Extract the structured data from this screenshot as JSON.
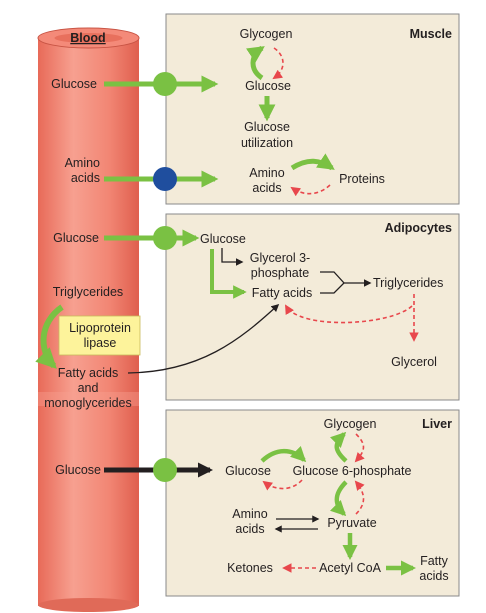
{
  "blood": {
    "title": "Blood",
    "glucose_1": "Glucose",
    "amino_1": "Amino",
    "amino_2": "acids",
    "glucose_2": "Glucose",
    "triglycerides": "Triglycerides",
    "lipase_1": "Lipoprotein",
    "lipase_2": "lipase",
    "fa_1": "Fatty acids",
    "fa_2": "and",
    "fa_3": "monoglycerides",
    "glucose_3": "Glucose"
  },
  "muscle": {
    "title": "Muscle",
    "glycogen": "Glycogen",
    "glucose": "Glucose",
    "util_1": "Glucose",
    "util_2": "utilization",
    "amino_1": "Amino",
    "amino_2": "acids",
    "proteins": "Proteins"
  },
  "adipocytes": {
    "title": "Adipocytes",
    "glucose": "Glucose",
    "g3p_1": "Glycerol 3-",
    "g3p_2": "phosphate",
    "fatty_acids": "Fatty acids",
    "triglycerides": "Triglycerides",
    "glycerol": "Glycerol"
  },
  "liver": {
    "title": "Liver",
    "glycogen": "Glycogen",
    "glucose": "Glucose",
    "g6p": "Glucose 6-phosphate",
    "amino_1": "Amino",
    "amino_2": "acids",
    "pyruvate": "Pyruvate",
    "ketones": "Ketones",
    "acetyl_coa": "Acetyl CoA",
    "fa_1": "Fatty",
    "fa_2": "acids"
  },
  "colors": {
    "vessel": "#f48a79",
    "panel": "#f3ebd9",
    "green": "#7ac143",
    "red_dashed": "#e8474c",
    "blue_transporter": "#1f4e9e",
    "lipase_box": "#fdf39b"
  }
}
